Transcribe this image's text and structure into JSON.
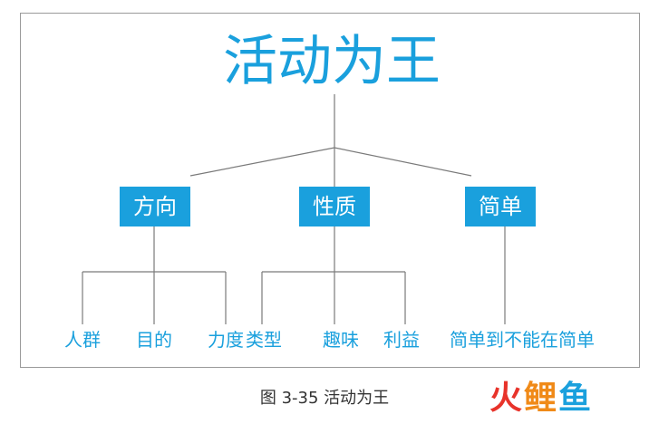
{
  "diagram": {
    "root": "活动为王",
    "branches": [
      {
        "label": "方向",
        "leaves": [
          "人群",
          "目的",
          "力度"
        ]
      },
      {
        "label": "性质",
        "leaves": [
          "类型",
          "趣味",
          "利益"
        ]
      },
      {
        "label": "简单",
        "leaves": [
          "简单到不能在简单"
        ]
      }
    ]
  },
  "caption": "图 3-35 活动为王",
  "watermark": {
    "c1": "火",
    "c2": "鲤",
    "c3": "鱼"
  },
  "colors": {
    "accent": "#1aa0dd",
    "line": "#7a7a7a",
    "frame": "#9a9a9a"
  }
}
